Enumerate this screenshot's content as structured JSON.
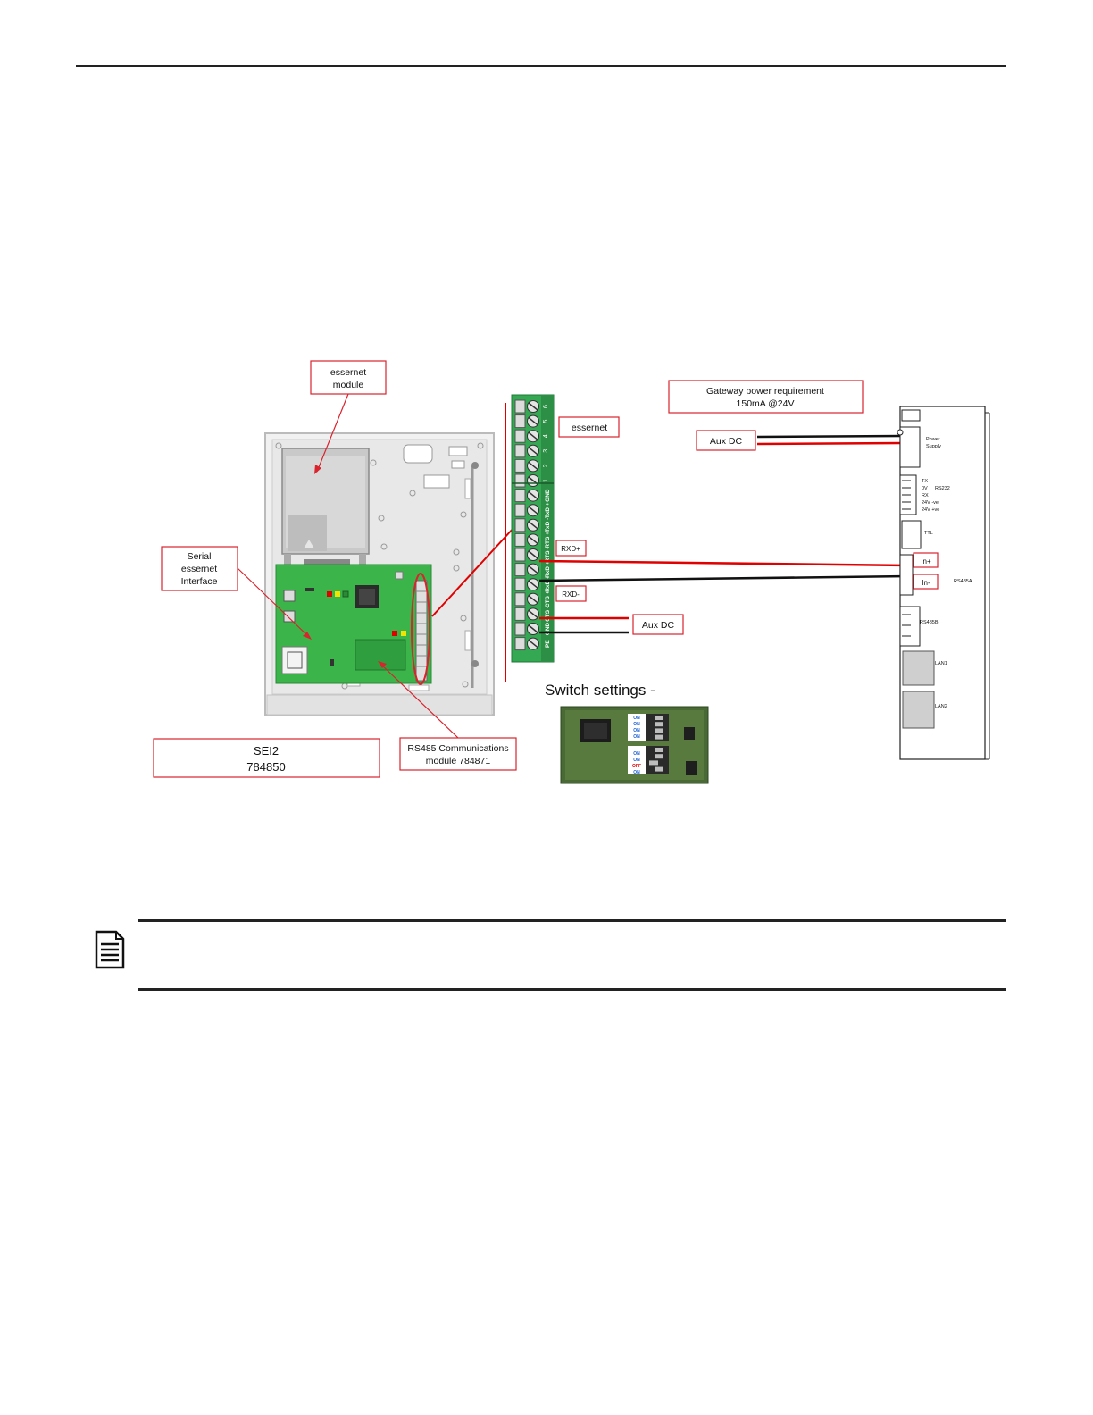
{
  "callouts": {
    "essernet_module": [
      "essernet",
      "module"
    ],
    "serial_interface": [
      "Serial",
      "essernet",
      "Interface"
    ],
    "sei2": [
      "SEI2",
      "784850"
    ],
    "rs485_module": [
      "RS485 Communications",
      "module 784871"
    ],
    "gateway_power": [
      "Gateway power requirement",
      "150mA @24V"
    ],
    "essernet_terminal": "essernet",
    "aux_dc_top": "Aux DC",
    "aux_dc_bottom": "Aux DC",
    "rxd_plus": "RXD+",
    "rxd_minus": "RXD-",
    "in_plus": "In+",
    "in_minus": "In-"
  },
  "switch_settings": {
    "title": "Switch settings -",
    "bank1": [
      "ON",
      "ON",
      "ON",
      "ON"
    ],
    "bank2": [
      "ON",
      "ON",
      "OFF",
      "ON"
    ]
  },
  "terminal_block": {
    "top_numbers": [
      "6",
      "5",
      "4",
      "3",
      "2",
      "1"
    ],
    "signals": [
      "GND",
      "TxD +",
      "TxD -",
      "RTS +",
      "RTS -",
      "RxD +",
      "RxD -",
      "CTS +",
      "CTS -",
      "GND",
      "PE"
    ]
  },
  "gateway": {
    "power_supply": [
      "Power",
      "Supply"
    ],
    "rs232_pins": [
      "TX",
      "0V",
      "RX",
      "24V -ve",
      "24V +ve"
    ],
    "rs232": "RS232",
    "ttl": "TTL",
    "rs485a": "RS485A",
    "rs485b": "RS485B",
    "lan1": "LAN1",
    "lan2": "LAN2"
  },
  "colors": {
    "wire_red": "#e00000",
    "wire_black": "#111111",
    "callout_border": "#d9232d",
    "pcb_green": "#3bb54a",
    "terminal_green": "#34a853"
  }
}
